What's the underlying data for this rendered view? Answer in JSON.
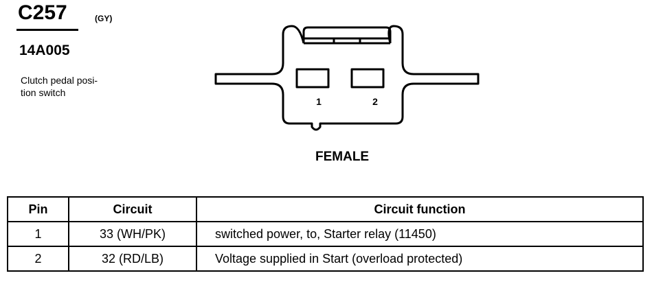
{
  "connector": {
    "id": "C257",
    "color": "(GY)",
    "part_number": "14A005",
    "description_line1": "Clutch pedal posi-",
    "description_line2": "tion switch",
    "gender": "FEMALE",
    "pin_labels": [
      "1",
      "2"
    ]
  },
  "table": {
    "headers": [
      "Pin",
      "Circuit",
      "Circuit function"
    ],
    "rows": [
      {
        "pin": "1",
        "circuit": "33 (WH/PK)",
        "function": "switched power, to, Starter relay (11450)"
      },
      {
        "pin": "2",
        "circuit": "32 (RD/LB)",
        "function": "Voltage supplied in Start (overload protected)"
      }
    ]
  }
}
